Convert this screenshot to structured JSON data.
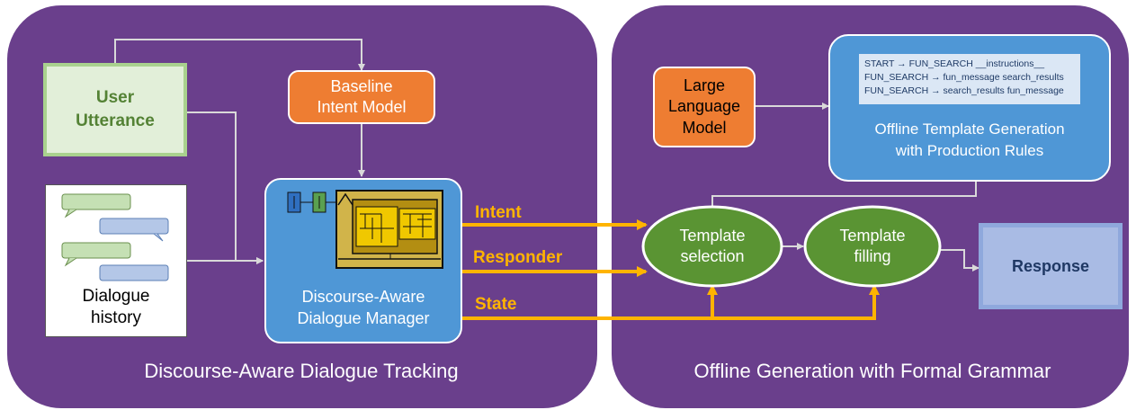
{
  "left_panel": {
    "caption": "Discourse-Aware Dialogue Tracking",
    "user_utterance": "User\nUtterance",
    "baseline_intent_model": "Baseline\nIntent Model",
    "dialogue_history": "Dialogue\nhistory",
    "dialogue_manager": "Discourse-Aware\nDialogue Manager"
  },
  "flows": {
    "intent": "Intent",
    "responder": "Responder",
    "state": "State"
  },
  "right_panel": {
    "caption": "Offline Generation with Formal Grammar",
    "llm": "Large\nLanguage\nModel",
    "template_generation_title": "Offline Template Generation\nwith Production Rules",
    "production_rules": [
      "START → FUN_SEARCH  __instructions__",
      "FUN_SEARCH → fun_message  search_results",
      "FUN_SEARCH → search_results  fun_message"
    ],
    "template_selection": "Template\nselection",
    "template_filling": "Template\nfilling",
    "response": "Response"
  },
  "colors": {
    "panel": "#6a3f8c",
    "orange_box": "#ee7d32",
    "blue_box": "#4f97d6",
    "green_ellipse": "#5a9433",
    "flow_arrow": "#ffb400",
    "response_box": "#a9bbe4",
    "wire": "#d9d9d9"
  }
}
